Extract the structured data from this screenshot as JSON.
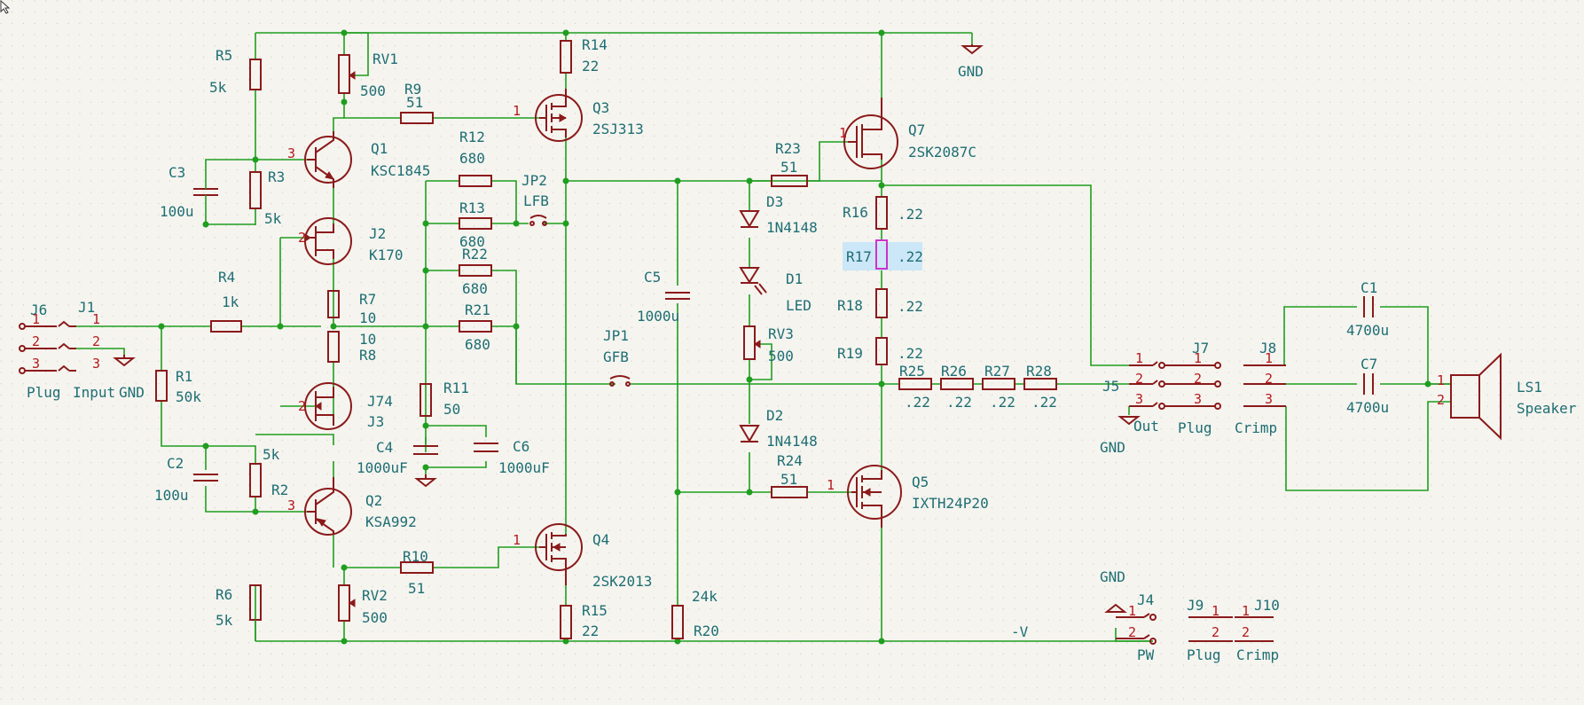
{
  "components": {
    "R5": {
      "ref": "R5",
      "val": "5k"
    },
    "RV1": {
      "ref": "RV1",
      "val": "500"
    },
    "R14": {
      "ref": "R14",
      "val": "22"
    },
    "R9": {
      "ref": "R9",
      "val": "51"
    },
    "Q3": {
      "ref": "Q3",
      "val": "2SJ313"
    },
    "Q1": {
      "ref": "Q1",
      "val": "KSC1845"
    },
    "R12": {
      "ref": "R12",
      "val": "680"
    },
    "R3": {
      "ref": "R3",
      "val": "5k"
    },
    "C3": {
      "ref": "C3",
      "val": "100u"
    },
    "JP2": {
      "ref": "JP2",
      "val": "LFB"
    },
    "R13": {
      "ref": "R13",
      "val": "680"
    },
    "R22": {
      "ref": "R22",
      "val": "680"
    },
    "R21": {
      "ref": "R21",
      "val": "680"
    },
    "J2": {
      "ref": "J2",
      "val": "K170"
    },
    "R4": {
      "ref": "R4",
      "val": "1k"
    },
    "R7": {
      "ref": "R7",
      "val": "10"
    },
    "R8": {
      "ref": "R8",
      "val": "10"
    },
    "R1": {
      "ref": "R1",
      "val": "50k"
    },
    "J3": {
      "ref": "J3",
      "val": "J74"
    },
    "R11": {
      "ref": "R11",
      "val": "50"
    },
    "C4": {
      "ref": "C4",
      "val": "1000uF"
    },
    "C6": {
      "ref": "C6",
      "val": "1000uF"
    },
    "C2": {
      "ref": "C2",
      "val": "100u"
    },
    "R2": {
      "ref": "R2",
      "val": "5k"
    },
    "Q2": {
      "ref": "Q2",
      "val": "KSA992"
    },
    "R10": {
      "ref": "R10",
      "val": "51"
    },
    "RV2": {
      "ref": "RV2",
      "val": "500"
    },
    "Q4": {
      "ref": "Q4",
      "val": "2SK2013"
    },
    "R6": {
      "ref": "R6",
      "val": "5k"
    },
    "R15": {
      "ref": "R15",
      "val": "22"
    },
    "R20": {
      "ref": "R20",
      "val": "24k"
    },
    "C5": {
      "ref": "C5",
      "val": "1000u"
    },
    "JP1": {
      "ref": "JP1",
      "val": "GFB"
    },
    "R23": {
      "ref": "R23",
      "val": "51"
    },
    "Q7": {
      "ref": "Q7",
      "val": "2SK2087C"
    },
    "D3": {
      "ref": "D3",
      "val": "1N4148"
    },
    "D1": {
      "ref": "D1",
      "val": "LED"
    },
    "RV3": {
      "ref": "RV3",
      "val": "500"
    },
    "D2": {
      "ref": "D2",
      "val": "1N4148"
    },
    "R24": {
      "ref": "R24",
      "val": "51"
    },
    "Q5": {
      "ref": "Q5",
      "val": "IXTH24P20"
    },
    "R16": {
      "ref": "R16",
      "val": ".22"
    },
    "R17": {
      "ref": "R17",
      "val": ".22"
    },
    "R18": {
      "ref": "R18",
      "val": ".22"
    },
    "R19": {
      "ref": "R19",
      "val": ".22"
    },
    "R25": {
      "ref": "R25",
      "val": ".22"
    },
    "R26": {
      "ref": "R26",
      "val": ".22"
    },
    "R27": {
      "ref": "R27",
      "val": ".22"
    },
    "R28": {
      "ref": "R28",
      "val": ".22"
    },
    "C1": {
      "ref": "C1",
      "val": "4700u"
    },
    "C7": {
      "ref": "C7",
      "val": "4700u"
    },
    "LS1": {
      "ref": "LS1",
      "val": "Speaker"
    }
  },
  "connectors": {
    "J6": {
      "ref": "J6",
      "val": "Plug"
    },
    "J1": {
      "ref": "J1",
      "val": "Input"
    },
    "J5": {
      "ref": "J5",
      "val": "Out"
    },
    "J7": {
      "ref": "J7",
      "val": "Plug"
    },
    "J8": {
      "ref": "J8",
      "val": "Crimp"
    },
    "J4": {
      "ref": "J4",
      "val": "PW"
    },
    "J9": {
      "ref": "J9",
      "val": "Plug"
    },
    "J10": {
      "ref": "J10",
      "val": "Crimp"
    }
  },
  "nets": {
    "gnd": "GND",
    "minus_v": "-V"
  },
  "pins": {
    "p1": "1",
    "p2": "2",
    "p3": "3"
  },
  "colors": {
    "wire": "#1f9e1f",
    "symbol": "#8b1a1a",
    "text": "#1e6e73",
    "pin": "#b5181b",
    "selection": "#c8e6f7",
    "selected_outline": "#cc33cc"
  },
  "selected": "R17"
}
